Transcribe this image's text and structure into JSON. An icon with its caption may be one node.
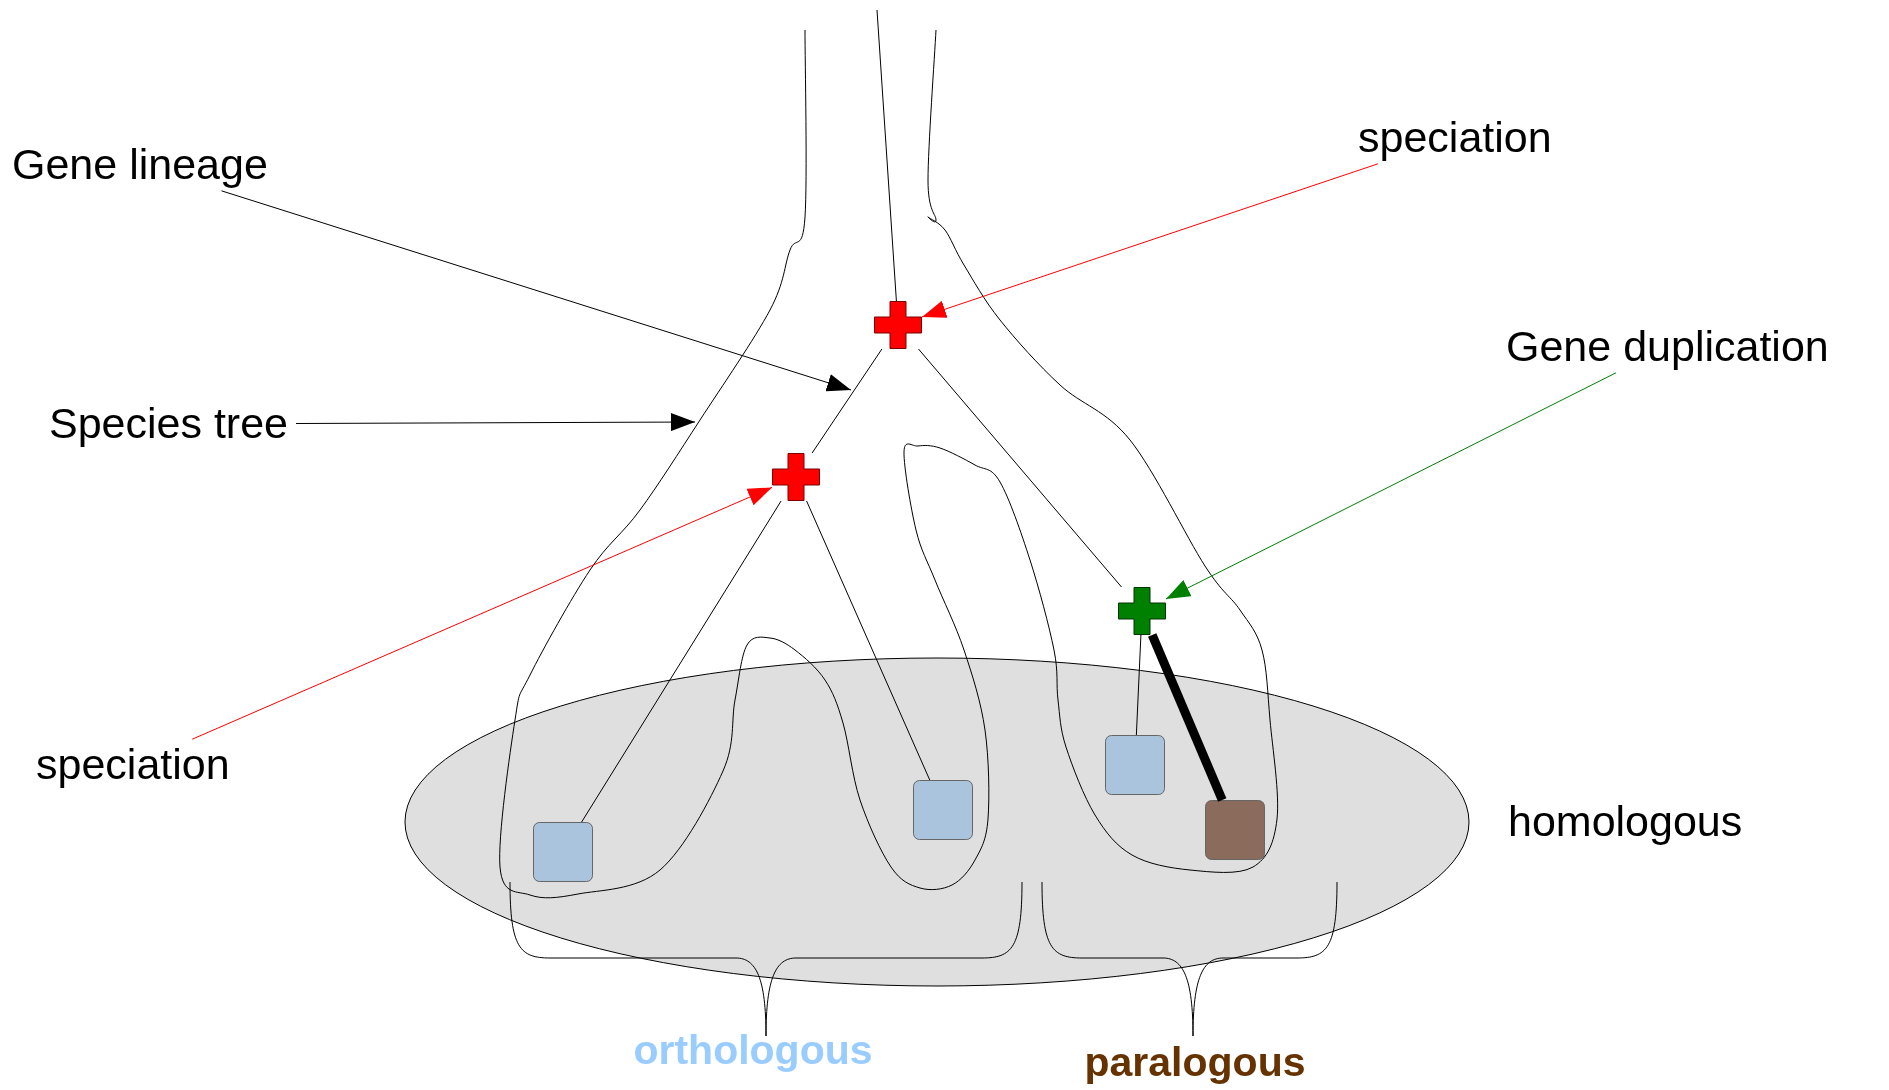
{
  "diagram": {
    "nodes": [
      {
        "text": [
          "speciation"
        ]
      },
      {
        "text": [
          "Gene lineage"
        ]
      },
      {
        "text": [],
        "shape": "cross"
      },
      {
        "text": [
          "Gene duplication"
        ]
      },
      {
        "text": [
          "Species tree"
        ]
      },
      {
        "text": [],
        "shape": "cross"
      },
      {
        "text": [],
        "shape": "cross"
      },
      {
        "text": [
          "speciation"
        ]
      },
      {
        "text": [
          "homologous"
        ]
      },
      {
        "text": [],
        "shape": "box",
        "in": 8
      },
      {
        "text": [],
        "shape": "box",
        "in": 8
      },
      {
        "text": [],
        "shape": "box",
        "in": 8
      },
      {
        "text": [],
        "shape": "box",
        "in": 8
      }
    ],
    "edges": [
      {
        "from": 1,
        "to": null,
        "arrow": "to"
      },
      {
        "from": 0,
        "to": 2,
        "arrow": "to",
        "color": "#ff0000"
      },
      {
        "from": 4,
        "to": null,
        "arrow": "to"
      },
      {
        "from": 7,
        "to": 5,
        "arrow": "to",
        "color": "#ff0000"
      },
      {
        "from": 3,
        "to": 6,
        "arrow": "to",
        "color": "#008000"
      },
      {
        "from": null,
        "to": 2,
        "arrow": "none"
      },
      {
        "from": 2,
        "to": 5,
        "arrow": "none"
      },
      {
        "from": 2,
        "to": 6,
        "arrow": "none"
      },
      {
        "from": 5,
        "to": 9,
        "arrow": "none"
      },
      {
        "from": 5,
        "to": 10,
        "arrow": "none"
      },
      {
        "from": 6,
        "to": 11,
        "arrow": "none"
      },
      {
        "from": 6,
        "to": 12,
        "arrow": "none",
        "style": "thick"
      }
    ],
    "labels": [
      "orthologous",
      "paralogous"
    ]
  }
}
